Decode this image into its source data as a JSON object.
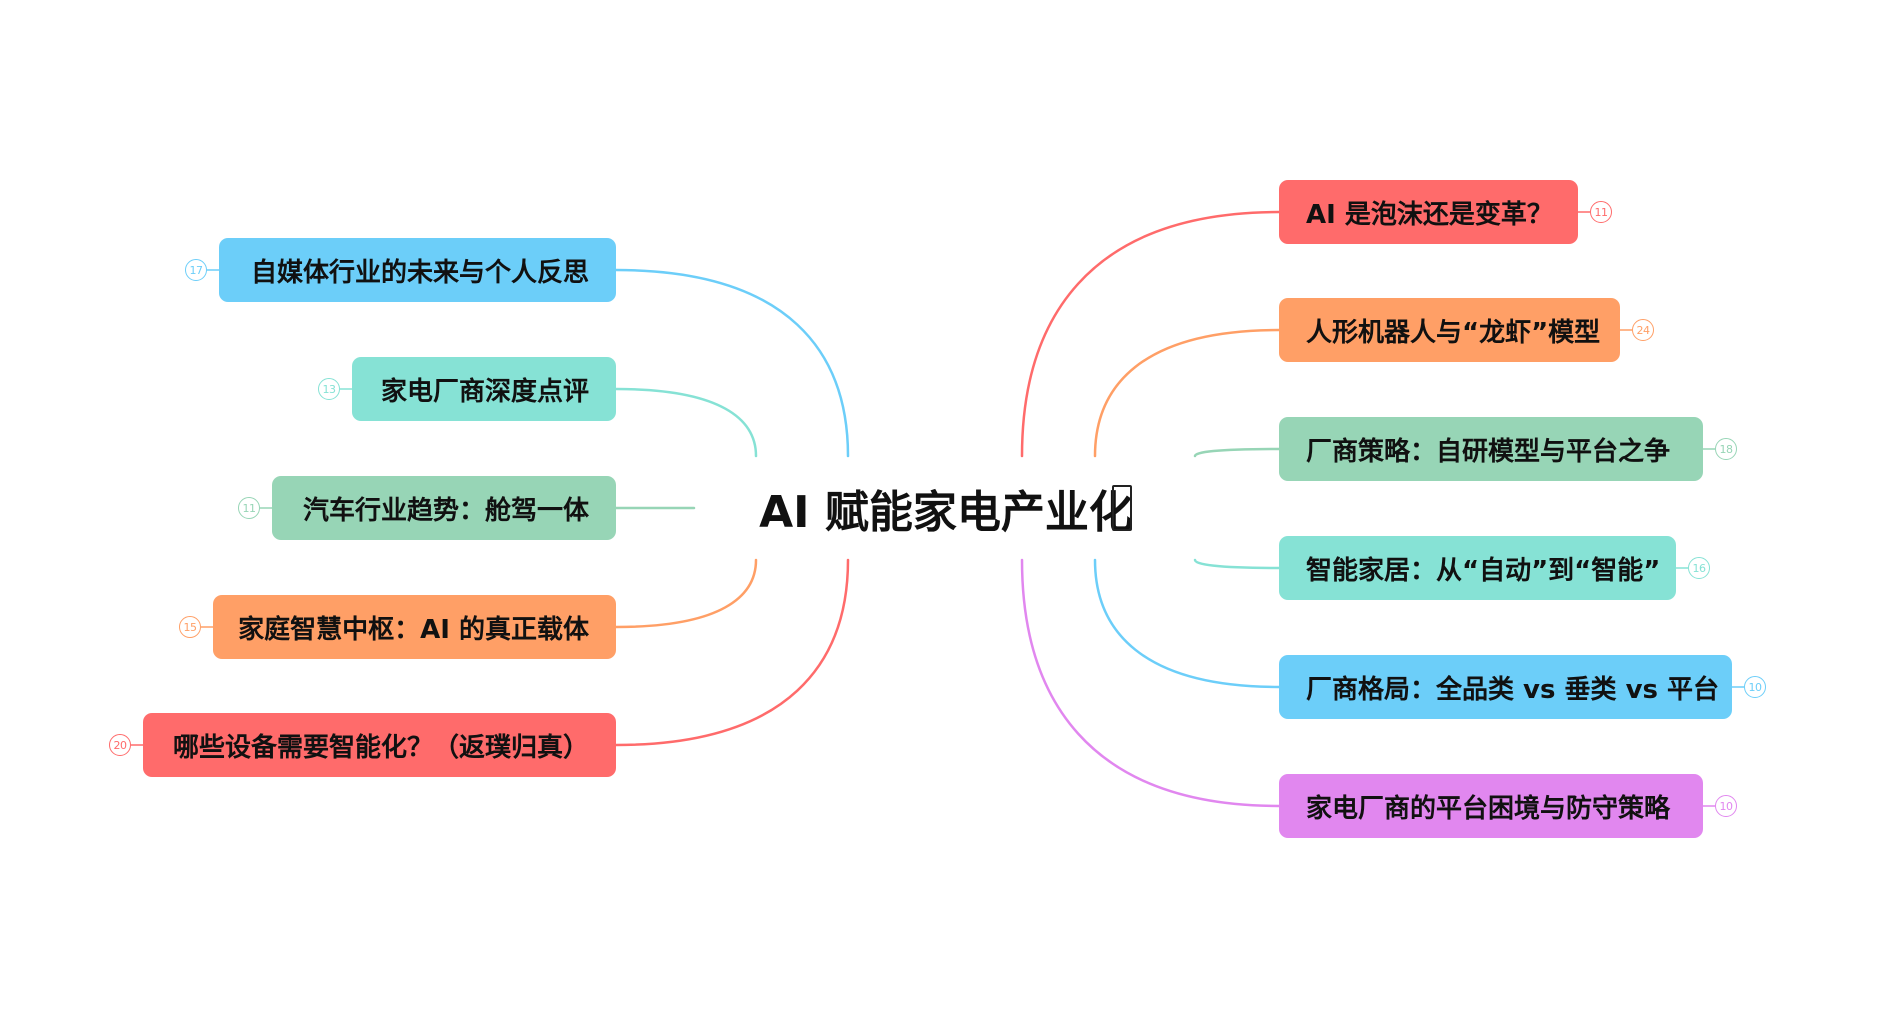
{
  "root": {
    "title": "AI 赋能家电产业化"
  },
  "left_topics": [
    {
      "label": "自媒体行业的未来与个人反思",
      "count": "17",
      "color": "#6ccef9"
    },
    {
      "label": "家电厂商深度点评",
      "count": "13",
      "color": "#86e2d5"
    },
    {
      "label": "汽车行业趋势：舱驾一体",
      "count": "11",
      "color": "#97d5b6"
    },
    {
      "label": "家庭智慧中枢：AI 的真正载体",
      "count": "15",
      "color": "#ff9f66"
    },
    {
      "label": "哪些设备需要智能化？（返璞归真）",
      "count": "20",
      "color": "#ff6b6b"
    }
  ],
  "right_topics": [
    {
      "label": "AI 是泡沫还是变革？",
      "count": "11",
      "color": "#ff6b6b"
    },
    {
      "label": "人形机器人与“龙虾”模型",
      "count": "24",
      "color": "#ff9f66"
    },
    {
      "label": "厂商策略：自研模型与平台之争",
      "count": "18",
      "color": "#97d5b6"
    },
    {
      "label": "智能家居：从“自动”到“智能”",
      "count": "16",
      "color": "#86e2d5"
    },
    {
      "label": "厂商格局：全品类 vs 垂类 vs 平台",
      "count": "10",
      "color": "#6ccef9"
    },
    {
      "label": "家电厂商的平台困境与防守策略",
      "count": "10",
      "color": "#e187ef"
    }
  ]
}
